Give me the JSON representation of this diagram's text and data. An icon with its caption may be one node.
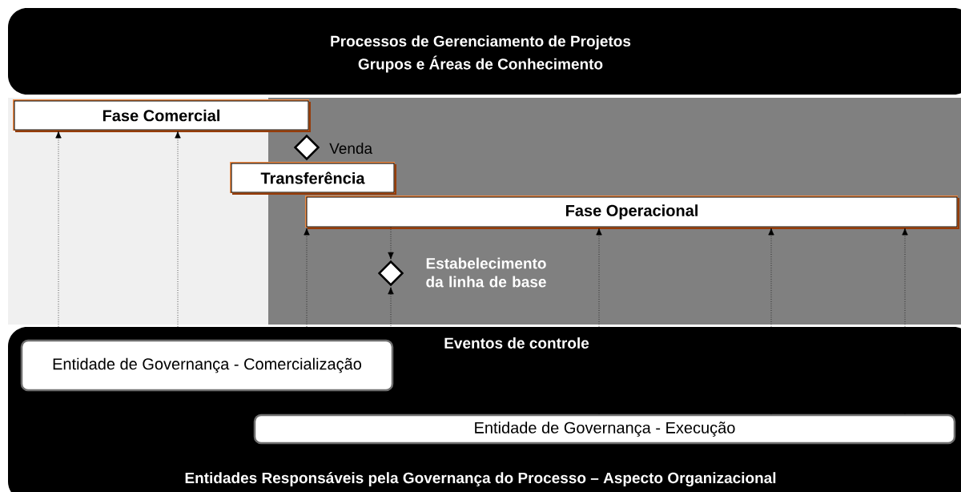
{
  "diagram": {
    "nodes": [
      {
        "text": [
          "Processos de Gerenciamento de Projetos",
          "Grupos e Áreas de Conhecimento"
        ]
      },
      {
        "text": [
          "Fase Comercial"
        ]
      },
      {
        "text": [],
        "shape": "diamond",
        "beside": [
          "Venda"
        ]
      },
      {
        "text": [
          "Transferência"
        ]
      },
      {
        "text": [
          "Fase Operacional"
        ]
      },
      {
        "text": [],
        "shape": "diamond",
        "beside": [
          "Estabelecimento da linha de base"
        ]
      },
      {
        "text": [
          "Eventos de controle",
          "Entidades Responsáveis pela Governança do Processo – Aspecto Organizacional"
        ]
      },
      {
        "text": [
          "Entidade de Governança - Comercialização"
        ],
        "in": 6
      },
      {
        "text": [
          "Entidade de Governança - Execução"
        ],
        "in": 6
      }
    ],
    "edges": [
      {
        "from": 6,
        "to": 1,
        "arrow": "to"
      },
      {
        "from": 6,
        "to": 1,
        "arrow": "to"
      },
      {
        "from": 6,
        "to": 4,
        "arrow": "to"
      },
      {
        "from": 4,
        "to": 5,
        "arrow": "to"
      },
      {
        "from": 7,
        "to": 5,
        "arrow": "to"
      },
      {
        "from": 8,
        "to": 4,
        "arrow": "to"
      },
      {
        "from": 8,
        "to": 4,
        "arrow": "to"
      },
      {
        "from": 8,
        "to": 4,
        "arrow": "to"
      }
    ]
  }
}
